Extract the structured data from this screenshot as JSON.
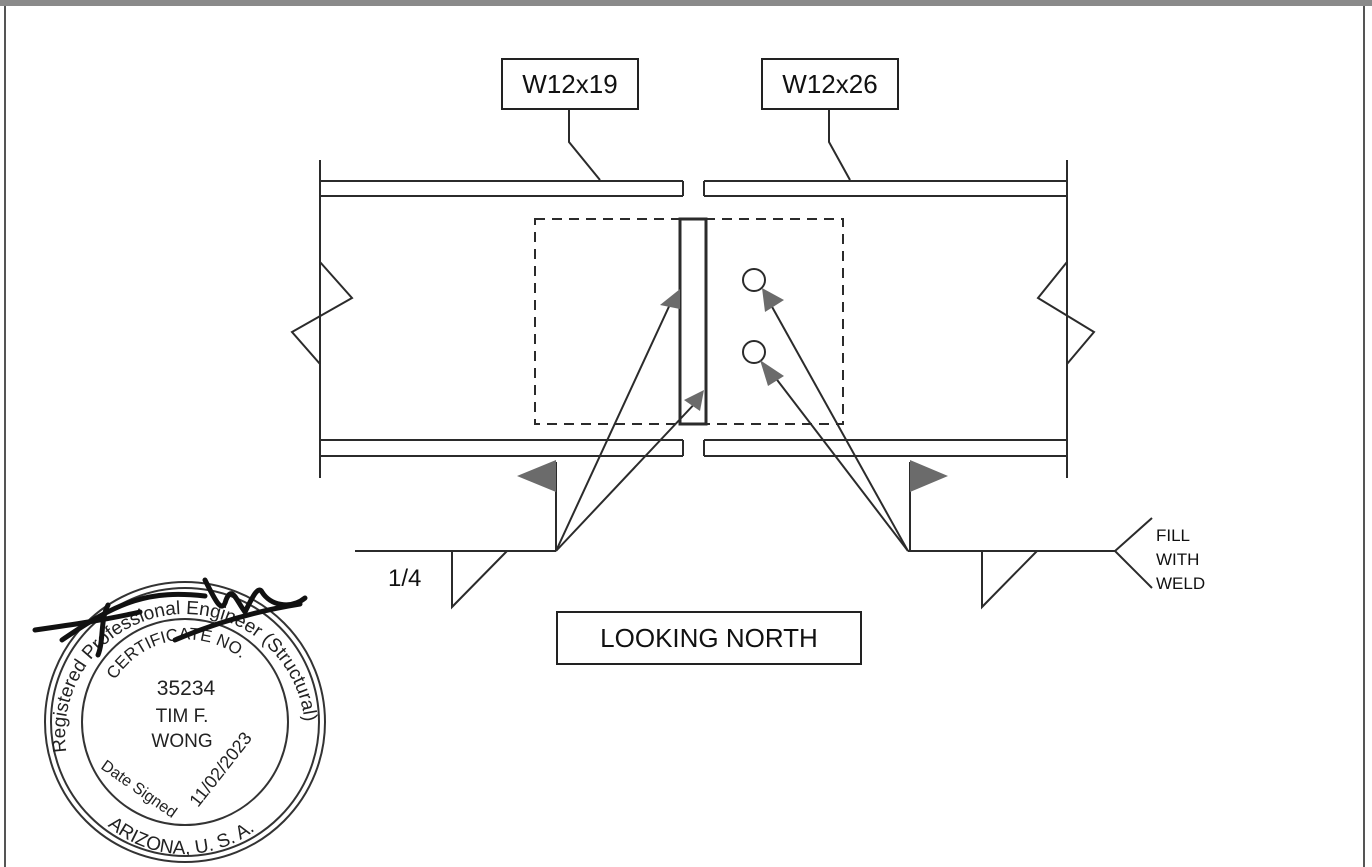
{
  "labels": {
    "beam_left": "W12x19",
    "beam_right": "W12x26",
    "view": "LOOKING NORTH",
    "weld_size": "1/4",
    "tail_note": [
      "FILL",
      "WITH",
      "WELD"
    ]
  },
  "seal": {
    "top_arc": "Registered Professional Engineer (Structural)",
    "certificate": "CERTIFICATE NO.",
    "number": "35234",
    "name_line1": "TIM F.",
    "name_line2": "WONG",
    "date_label": "Date Signed",
    "date": "11/02/2023",
    "bottom_arc": "ARIZONA, U. S. A.",
    "signature": "T. Wong"
  },
  "colors": {
    "line": "#2b2b2b",
    "weld_flag": "#6b6b6b",
    "frame_bar": "#8a8a8a"
  }
}
